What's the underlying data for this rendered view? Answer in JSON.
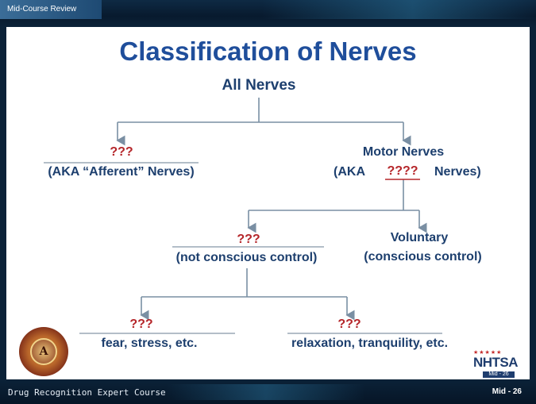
{
  "header": {
    "section_label": "Mid-Course Review"
  },
  "title": "Classification of Nerves",
  "diagram": {
    "root": "All Nerves",
    "left_top": {
      "mark": "???",
      "aka": "(AKA “Afferent” Nerves)"
    },
    "right_top": {
      "title": "Motor Nerves",
      "aka_prefix": "(AKA",
      "aka_mark": "????",
      "aka_suffix": "Nerves)"
    },
    "middle_left": {
      "mark": "???",
      "desc": "(not conscious control)"
    },
    "middle_right": {
      "title": "Voluntary",
      "desc": "(conscious control)"
    },
    "bottom_left": {
      "mark": "???",
      "desc": "fear, stress, etc."
    },
    "bottom_right": {
      "mark": "???",
      "desc": "relaxation, tranquility, etc."
    }
  },
  "logos": {
    "seal_letter": "A",
    "nhtsa_text": "NHTSA",
    "nhtsa_sub": "Mid - 26"
  },
  "footer": {
    "course": "Drug Recognition Expert Course",
    "slide_number": "Mid - 26"
  },
  "colors": {
    "title": "#1f4e9b",
    "text": "#1d3f6e",
    "mark": "#b5262a",
    "lines": "#7a8fa3",
    "bars": "#0b2238"
  }
}
